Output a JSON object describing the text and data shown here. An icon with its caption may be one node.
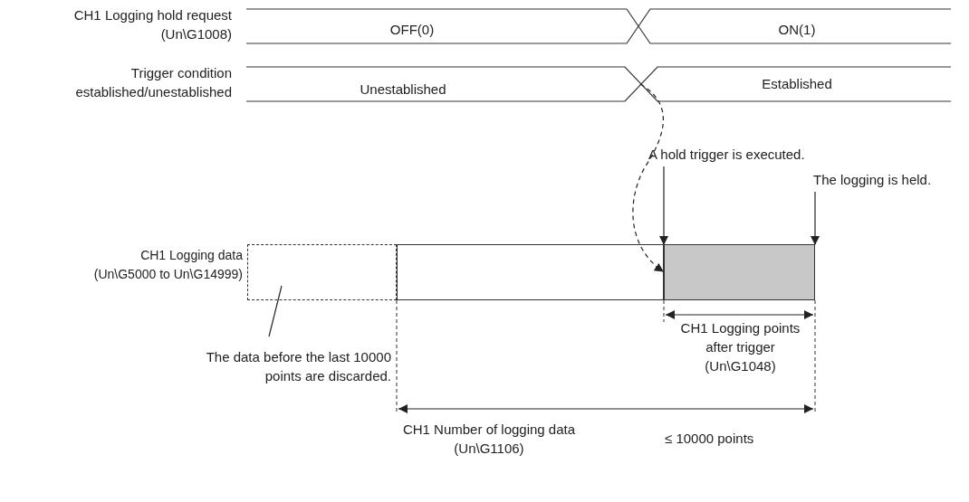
{
  "diagram": {
    "nodes": [
      {
        "text": [
          "A hold trigger is executed."
        ]
      },
      {
        "text": [
          "The logging is held."
        ]
      },
      {
        "text": [],
        "shape": "box"
      },
      {
        "text": [],
        "shape": "box"
      },
      {
        "text": [],
        "shape": "box"
      },
      {
        "text": [
          "The data before the last 10000 points are discarded."
        ]
      }
    ],
    "edges": [
      {
        "from": null,
        "to": 4,
        "arrow": "to",
        "style": "dashed"
      },
      {
        "from": 0,
        "to": 4,
        "arrow": "to"
      },
      {
        "from": 1,
        "to": 4,
        "arrow": "to"
      },
      {
        "from": 5,
        "to": 2,
        "arrow": "none"
      }
    ],
    "labels": [
      "CH1 Logging hold request (Un\\G1008)",
      "OFF(0)",
      "ON(1)",
      "Trigger condition established/unestablished",
      "Unestablished",
      "Established",
      "CH1 Logging data (Un\\G5000 to Un\\G14999)",
      "CH1 Logging points after trigger (Un\\G1048)",
      "CH1 Number of logging data (Un\\G1106)",
      "≤ 10000 points"
    ]
  }
}
